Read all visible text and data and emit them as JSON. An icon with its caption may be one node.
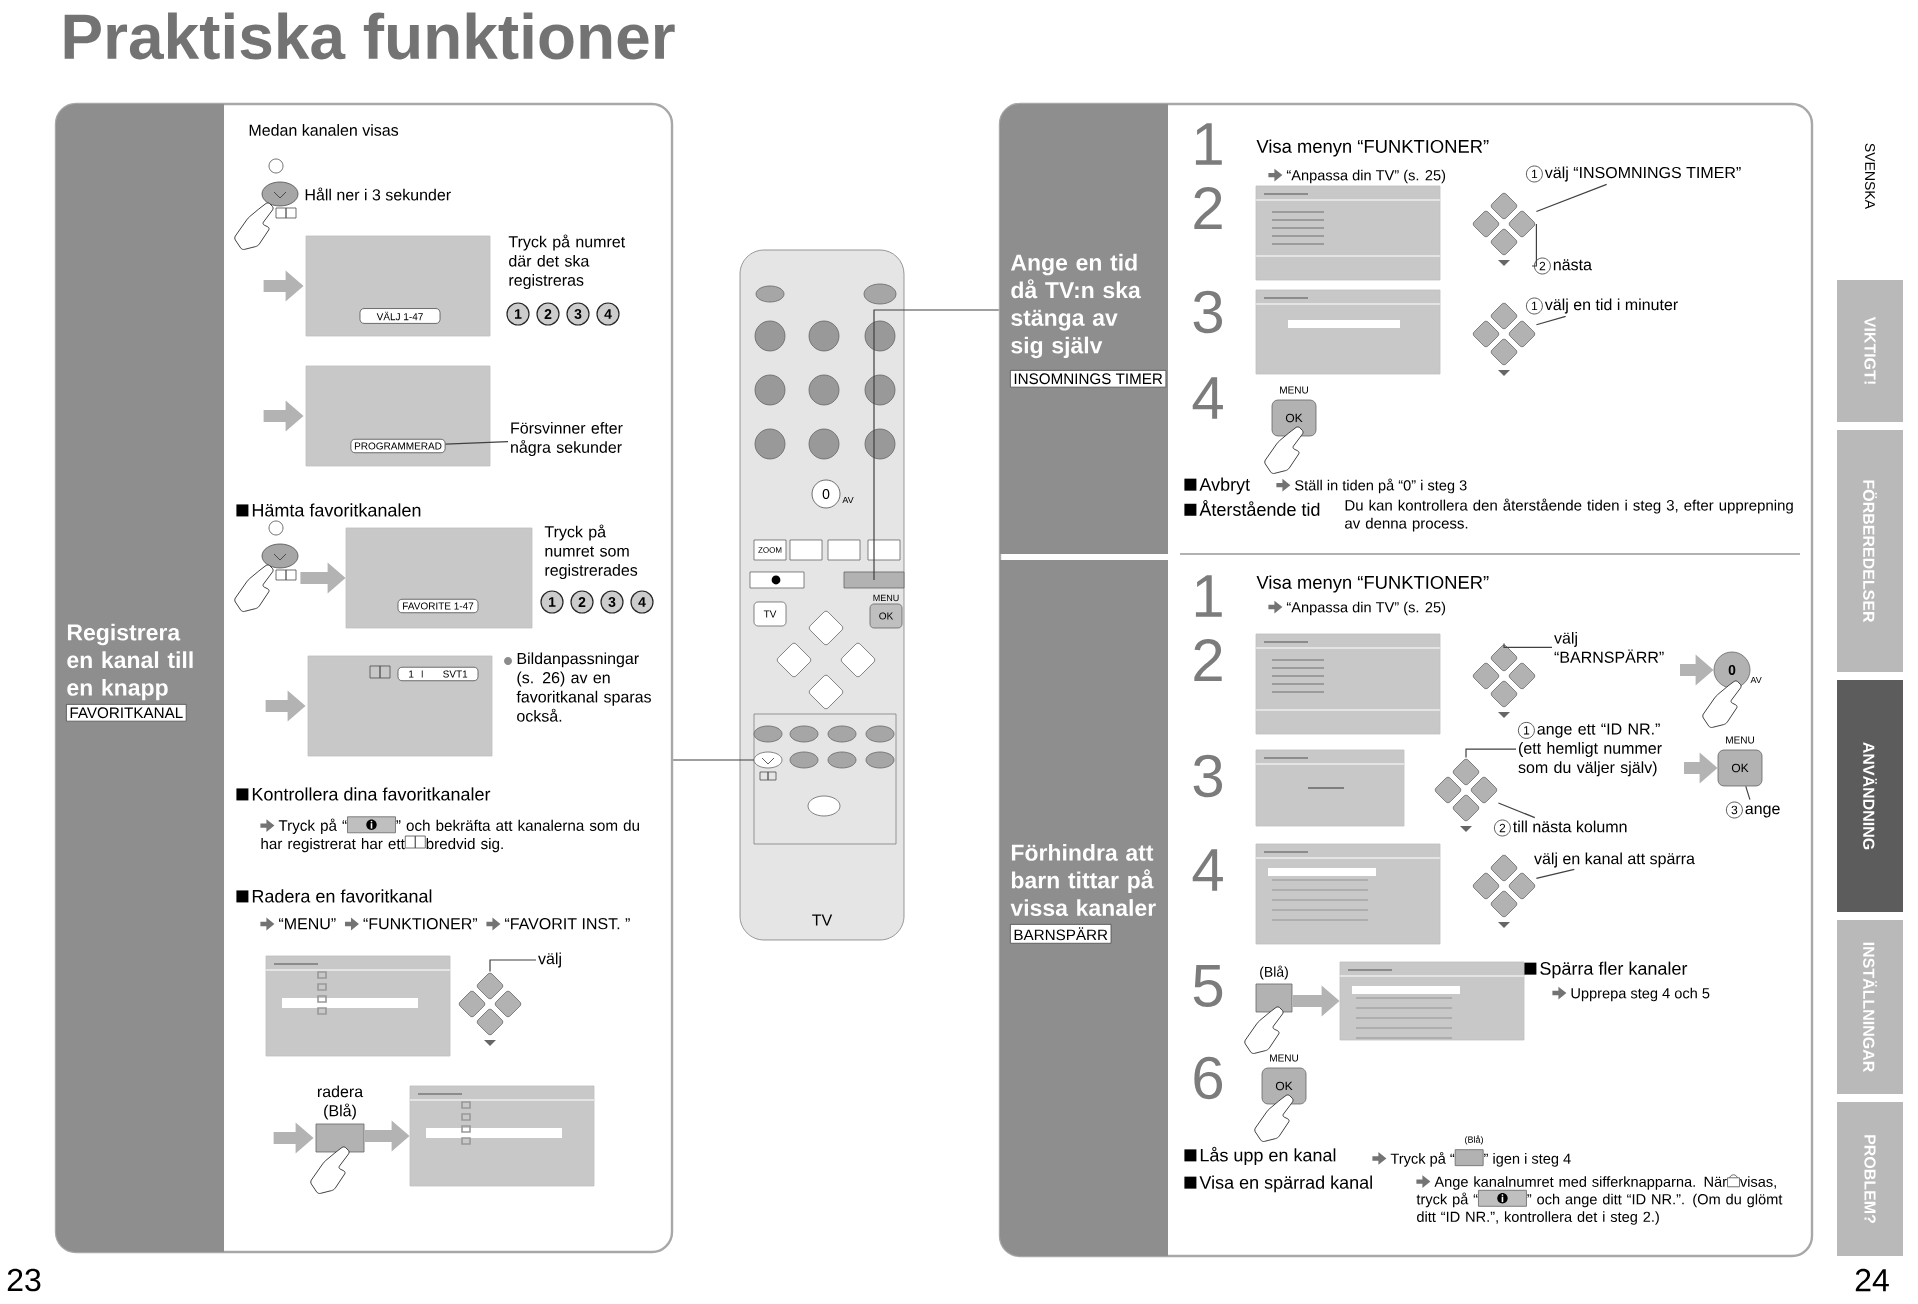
{
  "diagram": {
    "title": "Praktiska funktioner",
    "nodes": [
      {
        "text": [],
        "shape": "box"
      },
      {
        "text": [
          "Registrera en kanal till en knapp",
          "FAVORITKANAL"
        ],
        "in": 0
      },
      {
        "text": [],
        "shape": "picture",
        "in": 0
      },
      {
        "text": [],
        "shape": "box",
        "in": 0
      },
      {
        "text": [
          "VÄLJ 1-47"
        ],
        "in": 3
      },
      {
        "text": [],
        "shape": "box",
        "in": 0
      },
      {
        "text": [
          "PROGRAMMERAD"
        ],
        "in": 5
      },
      {
        "text": [
          "Försvinner efter några sekunder"
        ],
        "in": 0
      },
      {
        "text": [],
        "shape": "picture",
        "in": 0
      },
      {
        "text": [],
        "shape": "box",
        "in": 0
      },
      {
        "text": [
          "FAVORITE 1-47"
        ],
        "in": 9
      },
      {
        "text": [],
        "shape": "box",
        "in": 0
      },
      {
        "text": [
          "1",
          "SVT1"
        ],
        "in": 11
      },
      {
        "text": [],
        "shape": "box",
        "in": 0
      },
      {
        "text": [],
        "shape": "picture",
        "in": 0
      },
      {
        "text": [
          "välj"
        ],
        "in": 0
      },
      {
        "text": [
          "radera (Blå)"
        ],
        "in": 0
      },
      {
        "text": [],
        "shape": "box",
        "in": 0
      },
      {
        "text": [],
        "shape": "picture"
      },
      {
        "text": [],
        "shape": "box"
      },
      {
        "text": [
          "Ange en tid då TV:n ska stänga av sig själv",
          "INSOMNINGS TIMER"
        ],
        "in": 19
      },
      {
        "text": [],
        "shape": "box",
        "in": 19
      },
      {
        "text": [],
        "shape": "picture",
        "in": 19
      },
      {
        "text": [
          "1",
          "välj “INSOMNINGS TIMER”"
        ],
        "in": 19
      },
      {
        "text": [
          "2",
          "nästa"
        ],
        "in": 19
      },
      {
        "text": [],
        "shape": "box",
        "in": 19
      },
      {
        "text": [],
        "shape": "picture",
        "in": 19
      },
      {
        "text": [
          "1",
          "välj en tid i minuter"
        ],
        "in": 19
      },
      {
        "text": [
          "MENU",
          "OK"
        ],
        "in": 19
      },
      {
        "text": [
          "Förhindra att barn tittar på vissa kanaler",
          "BARNSPÄRR"
        ],
        "in": 19
      },
      {
        "text": [],
        "shape": "box",
        "in": 19
      },
      {
        "text": [],
        "shape": "picture",
        "in": 19
      },
      {
        "text": [
          "välj “BARNSPÄRR”"
        ],
        "in": 19
      },
      {
        "text": [
          "0",
          "AV"
        ],
        "in": 19
      },
      {
        "text": [],
        "shape": "box",
        "in": 19
      },
      {
        "text": [],
        "shape": "picture",
        "in": 19
      },
      {
        "text": [
          "1",
          "ange ett “ID NR.” (ett hemligt nummer som du väljer själv)"
        ],
        "in": 19
      },
      {
        "text": [
          "2",
          "till nästa kolumn"
        ],
        "in": 19
      },
      {
        "text": [
          "MENU",
          "OK"
        ],
        "in": 19
      },
      {
        "text": [
          "3",
          "ange"
        ],
        "in": 19
      },
      {
        "text": [],
        "shape": "box",
        "in": 19
      },
      {
        "text": [],
        "shape": "picture",
        "in": 19
      },
      {
        "text": [
          "välj en kanal att spärra"
        ],
        "in": 19
      },
      {
        "text": [
          "(Blå)"
        ],
        "in": 19
      },
      {
        "text": [],
        "shape": "box",
        "in": 19
      },
      {
        "text": [
          "MENU",
          "OK"
        ],
        "in": 19
      },
      {
        "text": [
          "VIKTIGT!"
        ]
      },
      {
        "text": [
          "FÖRBEREDELSER"
        ]
      },
      {
        "text": [
          "ANVÄNDNING"
        ]
      },
      {
        "text": [
          "INSTÄLLNINGAR"
        ]
      },
      {
        "text": [
          "PROBLEM?"
        ]
      }
    ],
    "edges": [
      {
        "from": 7,
        "to": 6,
        "arrow": "none"
      },
      {
        "from": 15,
        "to": 14,
        "arrow": "none"
      },
      {
        "from": 18,
        "to": 0,
        "arrow": "none"
      },
      {
        "from": 18,
        "to": 19,
        "arrow": "none"
      },
      {
        "from": 23,
        "to": 22,
        "arrow": "none"
      },
      {
        "from": 24,
        "to": 22,
        "arrow": "none"
      },
      {
        "from": 27,
        "to": 26,
        "arrow": "none"
      },
      {
        "from": 32,
        "to": 31,
        "arrow": "none"
      },
      {
        "from": 36,
        "to": 35,
        "arrow": "none"
      },
      {
        "from": 37,
        "to": 35,
        "arrow": "none"
      },
      {
        "from": 39,
        "to": 38,
        "arrow": "none"
      },
      {
        "from": 42,
        "to": 41,
        "arrow": "none"
      },
      {
        "from": null,
        "to": 3,
        "arrow": "to",
        "style": "thick",
        "color": "#b3b3b3"
      },
      {
        "from": null,
        "to": 5,
        "arrow": "to",
        "style": "thick",
        "color": "#b3b3b3"
      },
      {
        "from": 8,
        "to": 9,
        "arrow": "to",
        "style": "thick",
        "color": "#b3b3b3"
      },
      {
        "from": null,
        "to": 11,
        "arrow": "to",
        "style": "thick",
        "color": "#b3b3b3"
      },
      {
        "from": null,
        "to": 16,
        "arrow": "to",
        "style": "thick",
        "color": "#b3b3b3"
      },
      {
        "from": 16,
        "to": 17,
        "arrow": "to",
        "style": "thick",
        "color": "#b3b3b3"
      },
      {
        "from": 32,
        "to": 33,
        "arrow": "to",
        "style": "thick",
        "color": "#b3b3b3"
      },
      {
        "from": 36,
        "to": 38,
        "arrow": "to",
        "style": "thick",
        "color": "#b3b3b3"
      },
      {
        "from": 43,
        "to": 44,
        "arrow": "to",
        "style": "thick",
        "color": "#b3b3b3"
      }
    ],
    "labels": [
      "Medan kanalen visas",
      "Håll ner i 3 sekunder",
      "Tryck på numret där det ska registreras",
      "1",
      "2",
      "3",
      "4",
      "Hämta favoritkanalen",
      "Tryck på numret som registrerades",
      "1",
      "2",
      "3",
      "4",
      "Bildanpassningar (s. 26) av en favoritkanal sparas också.",
      "Kontrollera dina favoritkanaler",
      "Tryck på “",
      "” och bekräfta att kanalerna som du har registrerat har ett",
      "bredvid sig.",
      "Radera en favoritkanal",
      "“MENU”",
      "“FUNKTIONER”",
      "“FAVORIT INST. ”",
      "0",
      "AV",
      "ZOOM",
      "MENU",
      "TV",
      "OK",
      "TV",
      "1",
      "Visa menyn “FUNKTIONER”",
      "“Anpassa din TV” (s. 25)",
      "2",
      "3",
      "4",
      "Avbryt",
      "Ställ in tiden på “0” i steg 3",
      "Återstående tid",
      "Du kan kontrollera den återstående tiden i steg 3, efter upprepning av denna process.",
      "1",
      "Visa menyn “FUNKTIONER”",
      "“Anpassa din TV” (s. 25)",
      "2",
      "3",
      "4",
      "5",
      "Spärra fler kanaler",
      "Upprepa steg 4 och 5",
      "6",
      "Lås upp en kanal",
      "Tryck på “",
      "(Blå)",
      "” igen i steg 4",
      "Visa en spärrad kanal",
      "Ange kanalnumret med sifferknapparna. När",
      "visas, tryck på “",
      "” och ange ditt “ID NR.”. (Om du glömt ditt “ID NR.”, kontrollera det i steg 2.)",
      "SVENSKA",
      "23",
      "24"
    ]
  }
}
